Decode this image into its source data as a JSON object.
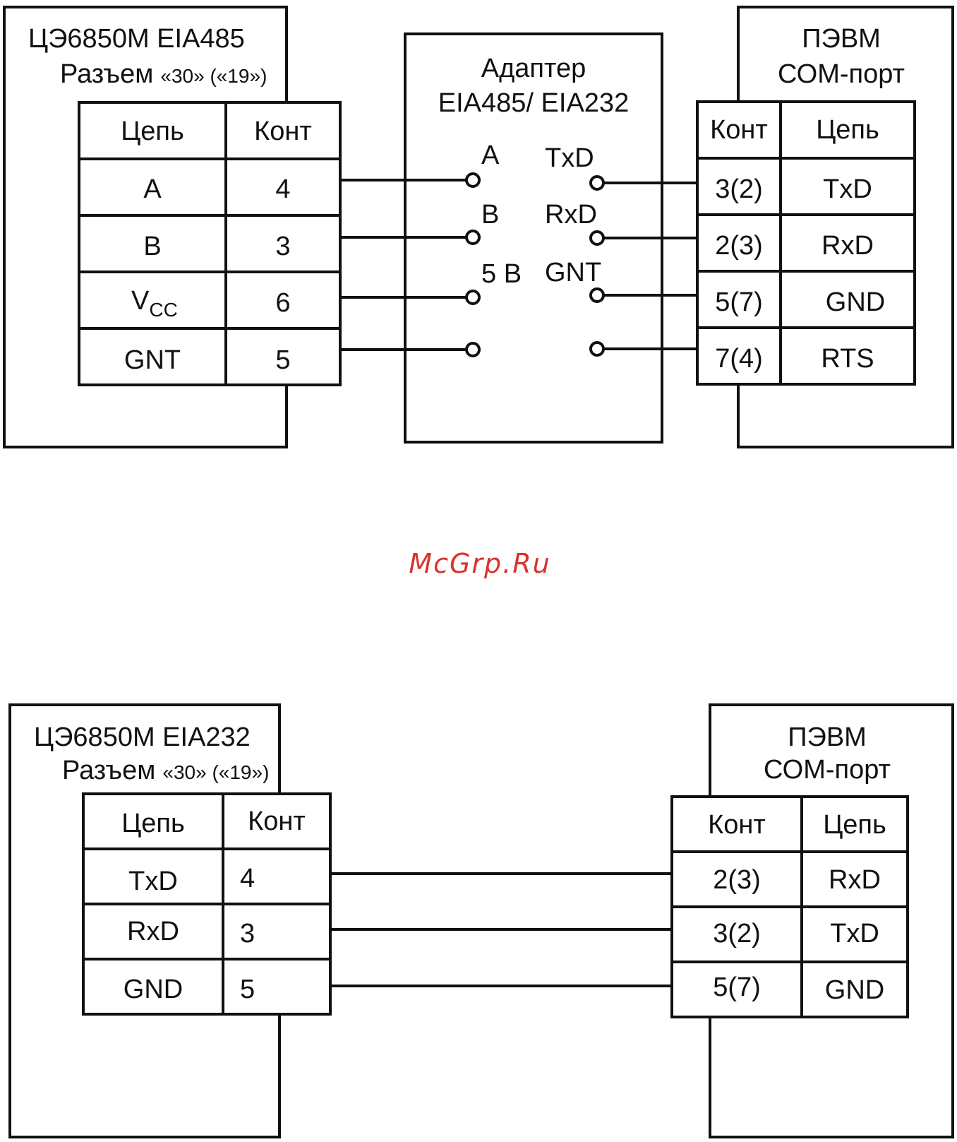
{
  "diagram1": {
    "left": {
      "title": "ЦЭ6850М EIA485",
      "connector_word": "Разъем",
      "connector_nums": "«30» («19»)",
      "header": [
        "Цепь",
        "Конт"
      ],
      "rows": [
        {
          "circuit": "A",
          "contact": "4"
        },
        {
          "circuit": "B",
          "contact": "3"
        },
        {
          "circuit_base": "V",
          "circuit_sub": "CC",
          "contact": "6"
        },
        {
          "circuit": "GNT",
          "contact": "5"
        }
      ]
    },
    "adapter": {
      "title_line1": "Адаптер",
      "title_line2": "EIA485/ EIA232",
      "left_pins": [
        "A",
        "B",
        "5 B"
      ],
      "right_pins": [
        "TxD",
        "RxD",
        "GNT"
      ]
    },
    "right": {
      "title_line1": "ПЭВМ",
      "title_line2": "СОМ-порт",
      "header": [
        "Конт",
        "Цепь"
      ],
      "rows": [
        {
          "contact": "3(2)",
          "circuit": "TxD"
        },
        {
          "contact": "2(3)",
          "circuit": "RxD"
        },
        {
          "contact": "5(7)",
          "circuit": "GND"
        },
        {
          "contact": "7(4)",
          "circuit": "RTS"
        }
      ]
    }
  },
  "watermark": "McGrp.Ru",
  "diagram2": {
    "left": {
      "title": "ЦЭ6850М EIA232",
      "connector_word": "Разъем",
      "connector_nums": "«30» («19»)",
      "header": [
        "Цепь",
        "Конт"
      ],
      "rows": [
        {
          "circuit": "TxD",
          "contact": "4"
        },
        {
          "circuit": "RxD",
          "contact": "3"
        },
        {
          "circuit": "GND",
          "contact": "5"
        }
      ]
    },
    "right": {
      "title_line1": "ПЭВМ",
      "title_line2": "СОМ-порт",
      "header": [
        "Конт",
        "Цепь"
      ],
      "rows": [
        {
          "contact": "2(3)",
          "circuit": "RxD"
        },
        {
          "contact": "3(2)",
          "circuit": "TxD"
        },
        {
          "contact": "5(7)",
          "circuit": "GND"
        }
      ]
    }
  },
  "colors": {
    "line": "#111111",
    "watermark": "#d9342b"
  }
}
